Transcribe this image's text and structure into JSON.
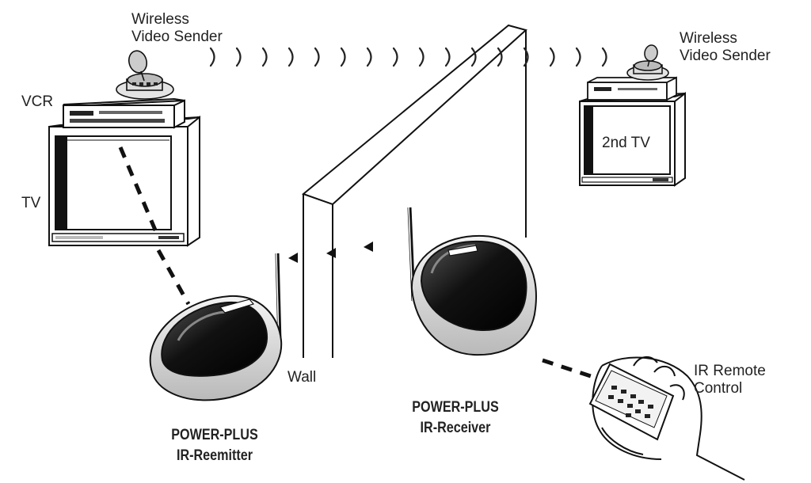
{
  "labels": {
    "sender_left_line1": "Wireless",
    "sender_left_line2": "Video Sender",
    "sender_right_line1": "Wireless",
    "sender_right_line2": "Video Sender",
    "vcr": "VCR",
    "tv": "TV",
    "second_tv": "2nd TV",
    "wall": "Wall",
    "remote_line1": "IR Remote",
    "remote_line2": "Control",
    "receiver_line1": "POWER-PLUS",
    "receiver_line2": "IR-Receiver",
    "reemitter_line1": "POWER-PLUS",
    "reemitter_line2": "IR-Reemitter"
  },
  "icons": {
    "radio_waves": "radio-wave-arcs",
    "ir_beam": "dashed-ir-beam",
    "ir_arrows": "ir-signal-arrowheads"
  }
}
